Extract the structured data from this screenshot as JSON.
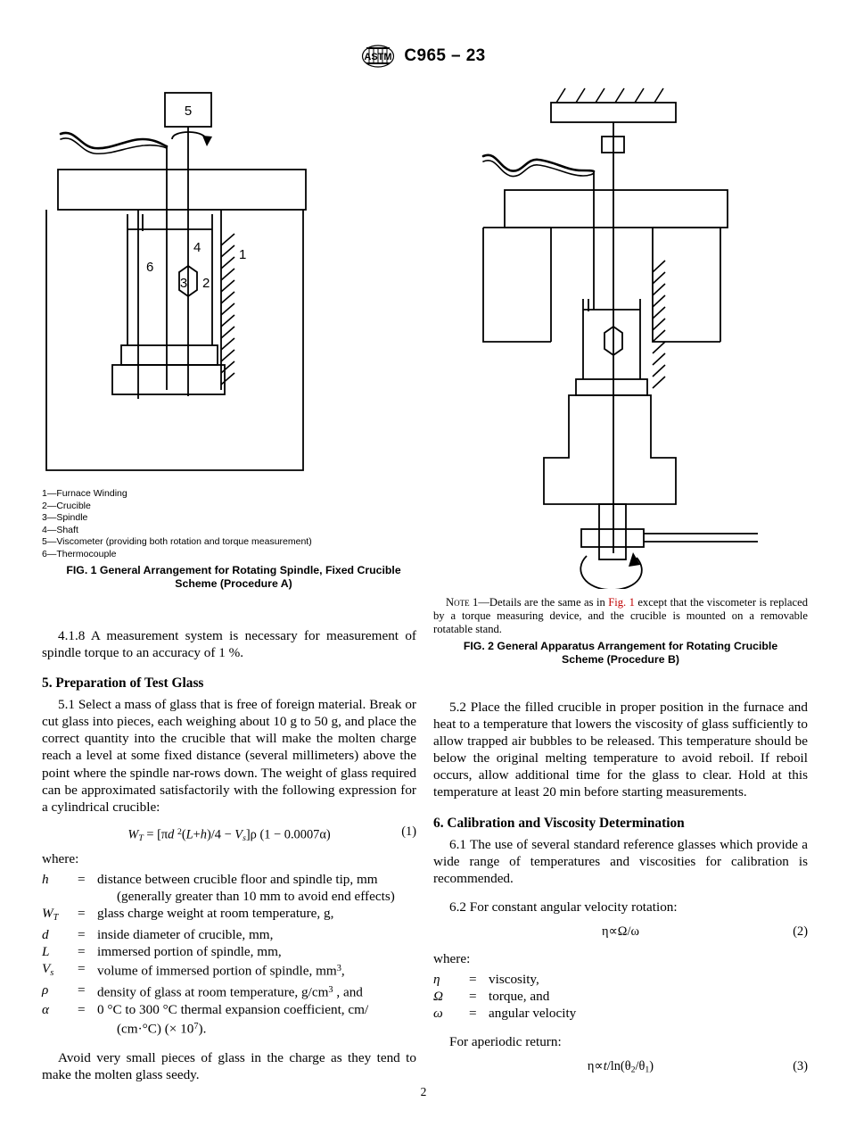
{
  "header": {
    "logo_icon": "astm-logo-icon",
    "designation": "C965 – 23"
  },
  "figure1": {
    "alt": "General arrangement for rotating spindle, fixed crucible",
    "labels": [
      "5",
      "4",
      "6",
      "3",
      "2",
      "1"
    ],
    "legend": [
      "1—Furnace Winding",
      "2—Crucible",
      "3—Spindle",
      "4—Shaft",
      "5—Viscometer (providing both rotation and torque measurement)",
      "6—Thermocouple"
    ],
    "caption_line1": "FIG. 1  General Arrangement for Rotating Spindle, Fixed Crucible",
    "caption_line2": "Scheme (Procedure A)"
  },
  "figure2": {
    "alt": "General apparatus arrangement for rotating crucible",
    "note_label": "Note",
    "note_prefix": " 1—Details are the same as in ",
    "note_xref": "Fig. 1",
    "note_suffix": " except that the viscometer is replaced by a torque measuring device, and the crucible is mounted on a removable rotatable stand.",
    "caption_line1": "FIG. 2 General Apparatus Arrangement for Rotating Crucible",
    "caption_line2": "Scheme (Procedure B)"
  },
  "left_column": {
    "para_418": "4.1.8  A measurement system is necessary for measurement of spindle torque to an accuracy of 1 %.",
    "heading_5": "5.  Preparation of Test Glass",
    "para_51": "5.1  Select a mass of glass that is free of foreign material. Break or cut glass into pieces, each weighing about 10 g to 50 g, and place the correct quantity into the crucible that will make the molten charge reach a level at some fixed distance (several millimeters) above the point where the spindle nar-rows down. The weight of glass required can be approximated satisfactorily with the following expression for a cylindrical crucible:",
    "equation1_number": "(1)",
    "where_label": "where:",
    "definitions": [
      {
        "symbol": "h",
        "eq": "=",
        "text": "distance between crucible floor and spindle tip, mm",
        "cont": "(generally greater than 10 mm to avoid end effects)"
      },
      {
        "symbol": "W_T",
        "eq": "=",
        "text": "glass charge weight at room temperature, g,",
        "cont": ""
      },
      {
        "symbol": "d",
        "eq": "=",
        "text": "inside diameter of crucible, mm,",
        "cont": ""
      },
      {
        "symbol": "L",
        "eq": "=",
        "text": "immersed portion of spindle, mm,",
        "cont": ""
      },
      {
        "symbol": "V_s",
        "eq": "=",
        "text": "volume of immersed portion of spindle, mm3,",
        "cont": ""
      },
      {
        "symbol": "rho",
        "eq": "=",
        "text": "density of glass at room temperature, g/cm3 , and",
        "cont": ""
      },
      {
        "symbol": "alpha",
        "eq": "=",
        "text": "0 °C to 300 °C thermal expansion coefficient, cm/",
        "cont": "(cm·°C) (× 107)."
      }
    ],
    "para_avoid": "Avoid very small pieces of glass in the charge as they tend to make the molten glass seedy."
  },
  "right_column": {
    "para_52": "5.2  Place the filled crucible in proper position in the furnace and heat to a temperature that lowers the viscosity of glass sufficiently to allow trapped air bubbles to be released. This temperature should be below the original melting temperature to avoid reboil. If reboil occurs, allow additional time for the glass to clear. Hold at this temperature at least 20 min before starting measurements.",
    "heading_6": "6.  Calibration and Viscosity Determination",
    "para_61": "6.1  The use of several standard reference glasses which provide a wide range of temperatures and viscosities for calibration is recommended.",
    "para_62": "6.2  For constant angular velocity rotation:",
    "equation2_number": "(2)",
    "where_label": "where:",
    "definitions": [
      {
        "symbol": "eta",
        "eq": "=",
        "text": "viscosity,"
      },
      {
        "symbol": "Omega",
        "eq": "=",
        "text": "torque, and"
      },
      {
        "symbol": "omega",
        "eq": "=",
        "text": "angular velocity"
      }
    ],
    "para_aperiodic": "For aperiodic return:",
    "equation3_number": "(3)"
  },
  "footer": {
    "page_number": "2"
  },
  "colors": {
    "ink": "#000000",
    "xref": "#c00000",
    "paper": "#ffffff"
  }
}
